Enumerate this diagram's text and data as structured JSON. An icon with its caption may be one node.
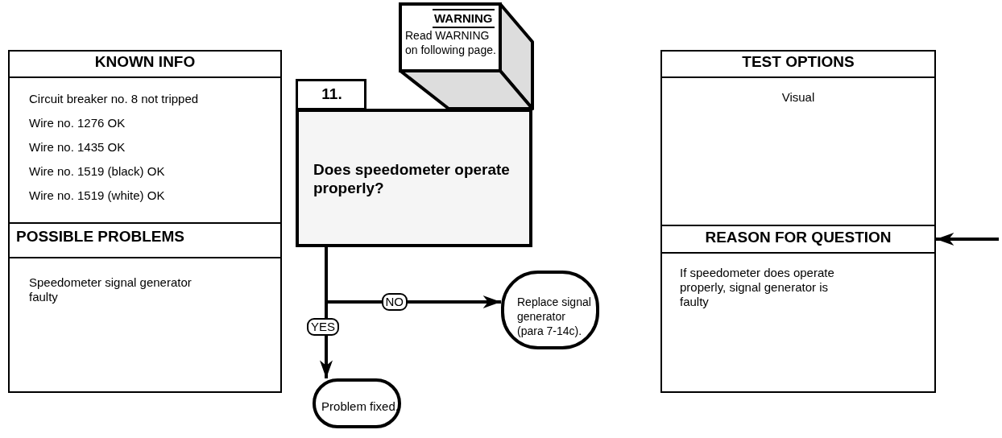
{
  "diagram": {
    "nodes": [
      {
        "text": [
          "KNOWN INFO",
          "Circuit breaker no. 8 not tripped",
          "Wire no. 1276 OK",
          "Wire no. 1435 OK",
          "Wire no. 1519 (black) OK",
          "Wire no. 1519 (white) OK",
          "POSSIBLE PROBLEMS",
          "Speedometer signal generator faulty"
        ]
      },
      {
        "text": [
          "11."
        ]
      },
      {
        "text": [
          "Does speedometer operate properly?"
        ]
      },
      {
        "text": [
          "WARNING",
          "Read WARNING on following page."
        ]
      },
      {
        "text": [
          "Replace signal generator (para 7-14c)."
        ]
      },
      {
        "text": [
          "Problem fixed."
        ]
      },
      {
        "text": [
          "TEST OPTIONS",
          "Visual",
          "REASON FOR QUESTION",
          "If speedometer does operate properly, signal generator is faulty"
        ]
      }
    ],
    "edges": [
      {
        "from": 2,
        "to": 4,
        "arrow": "to",
        "label": "NO"
      },
      {
        "from": 2,
        "to": 5,
        "arrow": "to",
        "label": "YES"
      },
      {
        "from": null,
        "to": 6,
        "arrow": "to"
      }
    ]
  }
}
